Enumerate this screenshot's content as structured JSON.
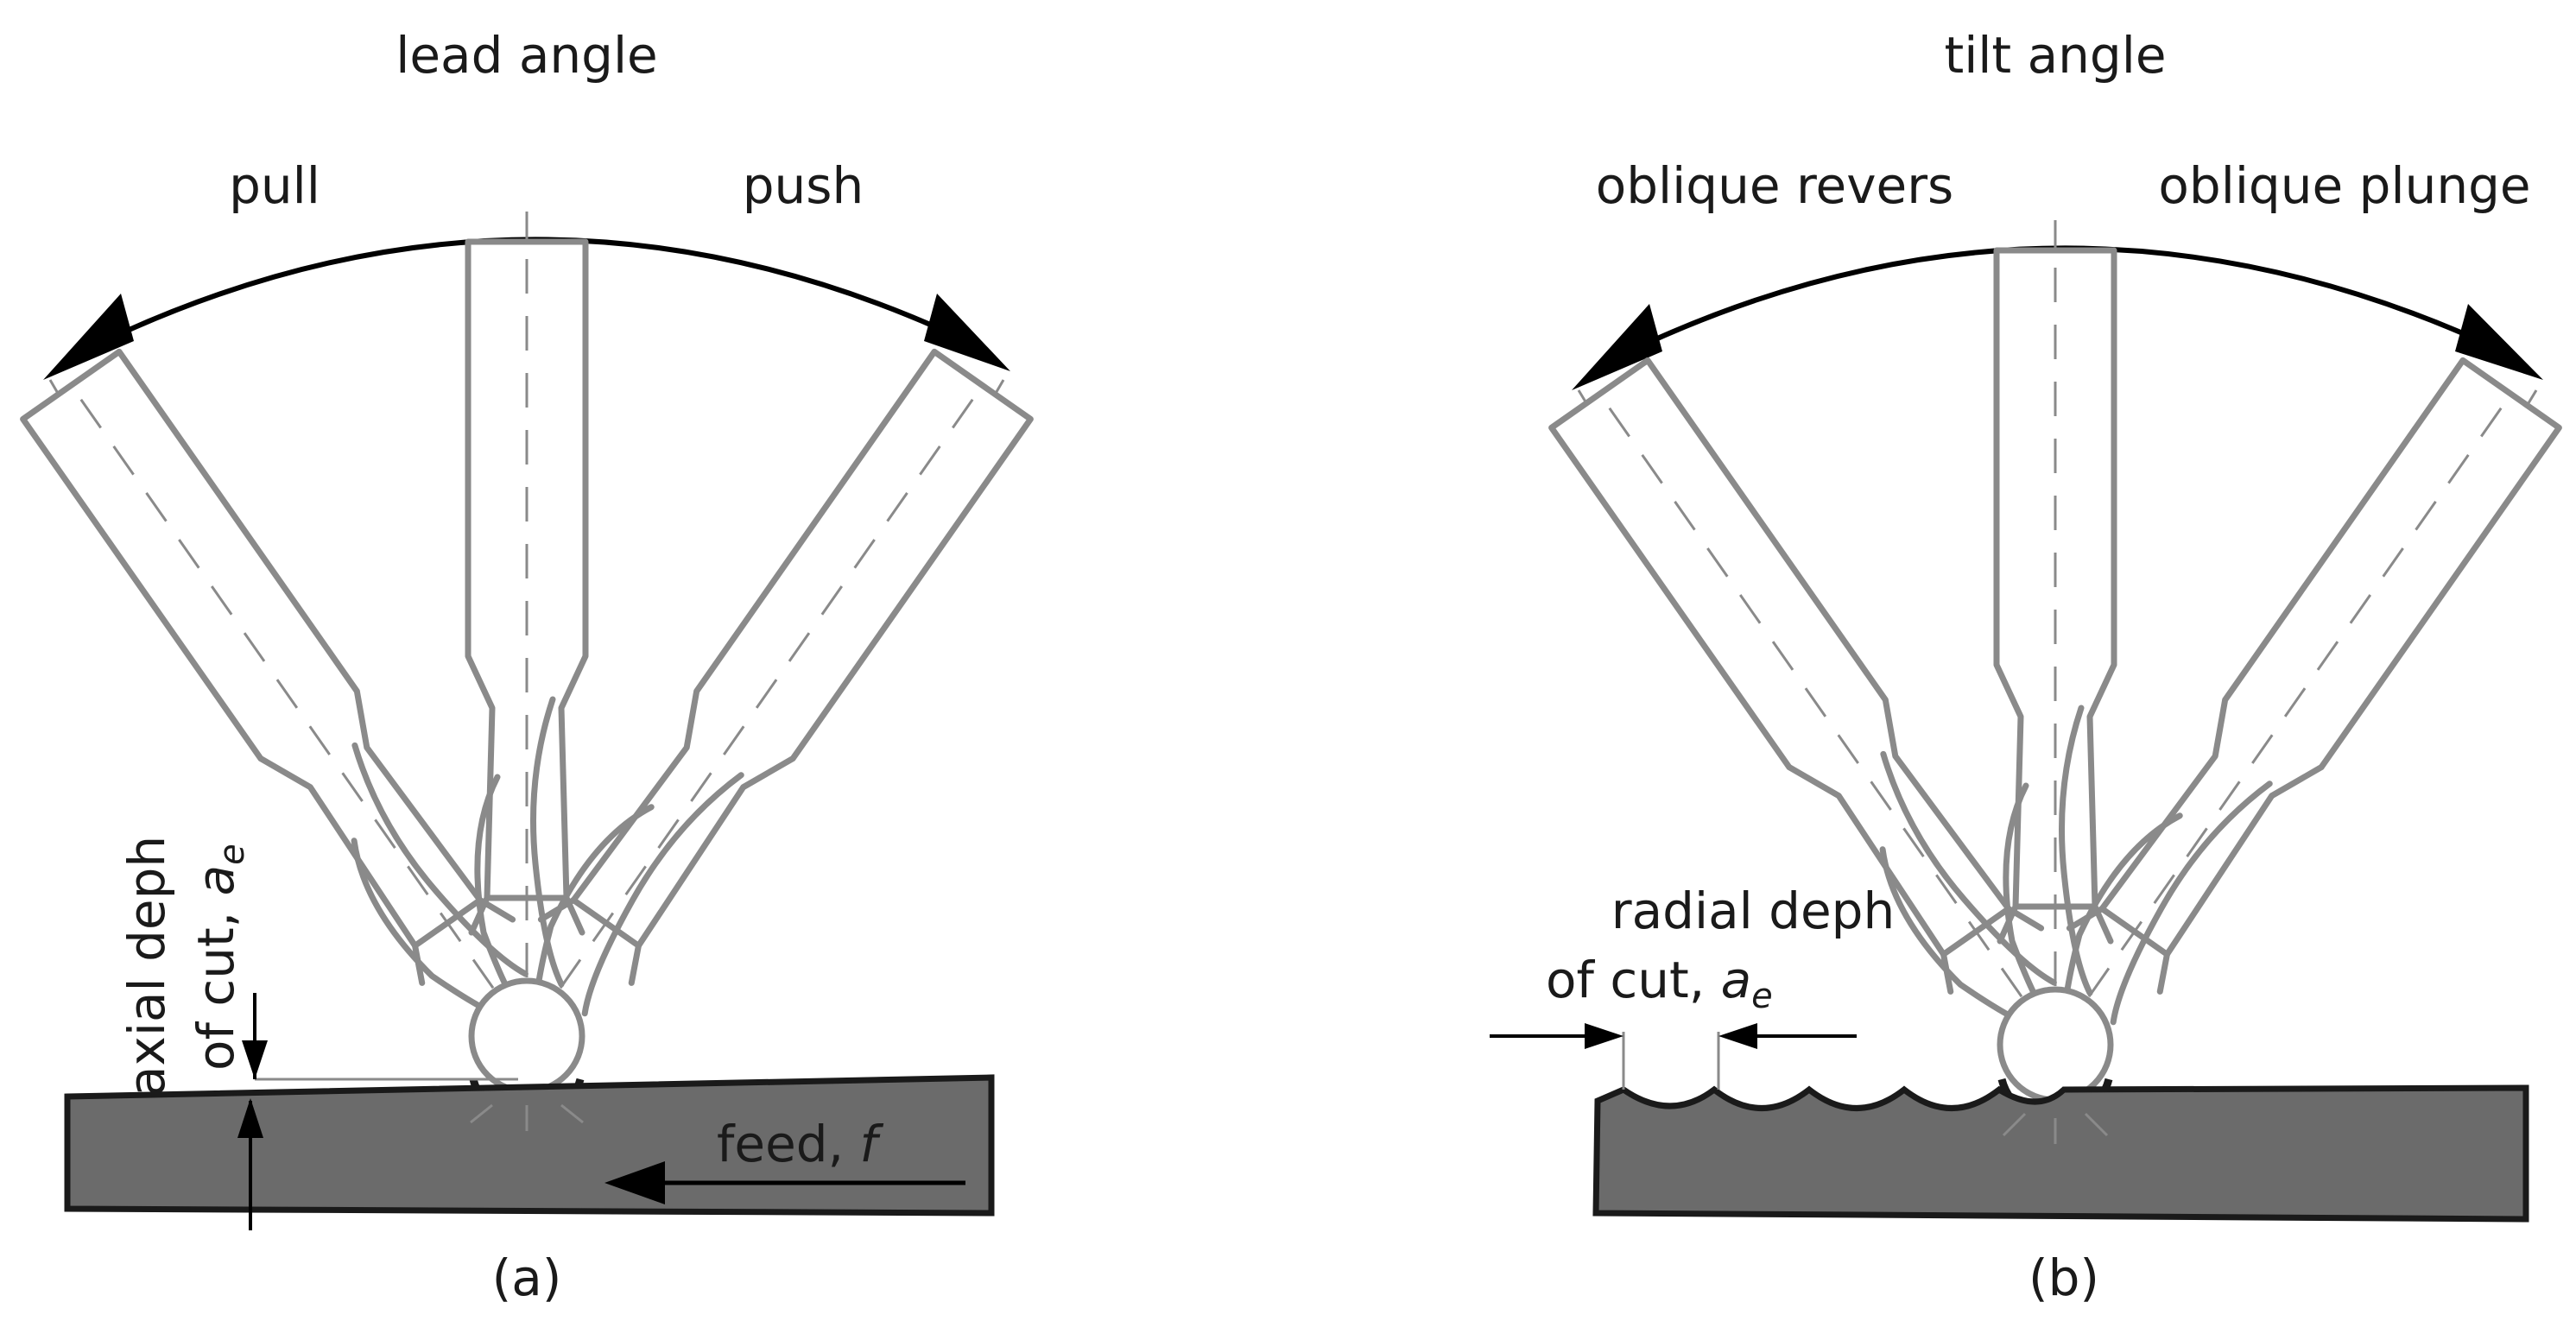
{
  "panel_a": {
    "title": "lead angle",
    "left_label": "pull",
    "right_label": "push",
    "depth_line1": "axial deph",
    "depth_line2_prefix": "of cut, ",
    "depth_symbol": "a",
    "depth_subscript": "e",
    "feed_prefix": "feed, ",
    "feed_symbol": "f",
    "caption": "(a)"
  },
  "panel_b": {
    "title": "tilt angle",
    "left_label": "oblique revers",
    "right_label": "oblique plunge",
    "depth_line1": "radial deph",
    "depth_line2_prefix": "of cut, ",
    "depth_symbol": "a",
    "depth_subscript": "e",
    "caption": "(b)"
  },
  "colors": {
    "tool_outline": "#8a8a8a",
    "workpiece": "#6b6b6b",
    "arrow": "#000000"
  }
}
